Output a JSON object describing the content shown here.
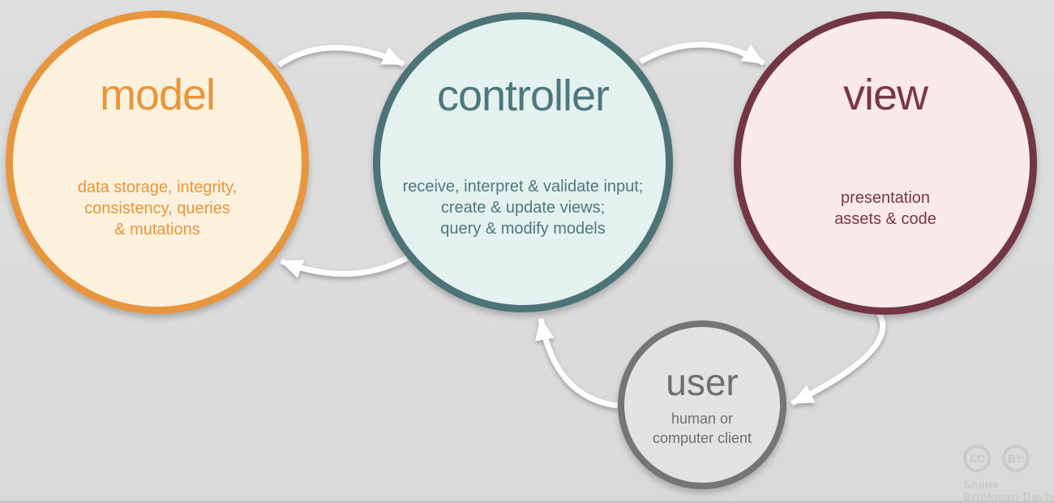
{
  "nodes": {
    "model": {
      "title": "model",
      "lines": [
        "data storage, integrity,",
        "consistency, queries",
        "& mutations"
      ]
    },
    "controller": {
      "title": "controller",
      "lines": [
        "receive, interpret & validate input;",
        "create & update views;",
        "query & modify models"
      ]
    },
    "view": {
      "title": "view",
      "lines": [
        "presentation",
        "assets & code"
      ]
    },
    "user": {
      "title": "user",
      "lines": [
        "human or",
        "computer client"
      ]
    }
  },
  "arrows": [
    {
      "from": "model",
      "to": "controller"
    },
    {
      "from": "controller",
      "to": "view"
    },
    {
      "from": "controller",
      "to": "model"
    },
    {
      "from": "view",
      "to": "user"
    },
    {
      "from": "user",
      "to": "controller"
    }
  ],
  "license": {
    "cc_label": "CC",
    "by_label": "BY:",
    "author_line1": "Shane",
    "author_line2": "Brinkman-Davis"
  },
  "colors": {
    "background": "#dcdcdc",
    "bottom-strip": "#c8c8c8",
    "arrow": "#ffffff",
    "model-border": "#e8963e",
    "model-fill": "#fbf1dd",
    "model-text": "#e8953c",
    "controller-border": "#4c7377",
    "controller-fill": "#e3f1ef",
    "controller-text": "#4e787d",
    "view-border": "#733744",
    "view-fill": "#fae9eb",
    "view-text": "#7a3744",
    "user-border": "#757575",
    "user-fill": "#e2e2e2",
    "user-text": "#6e6e6e",
    "license": "#c9c9c9"
  }
}
